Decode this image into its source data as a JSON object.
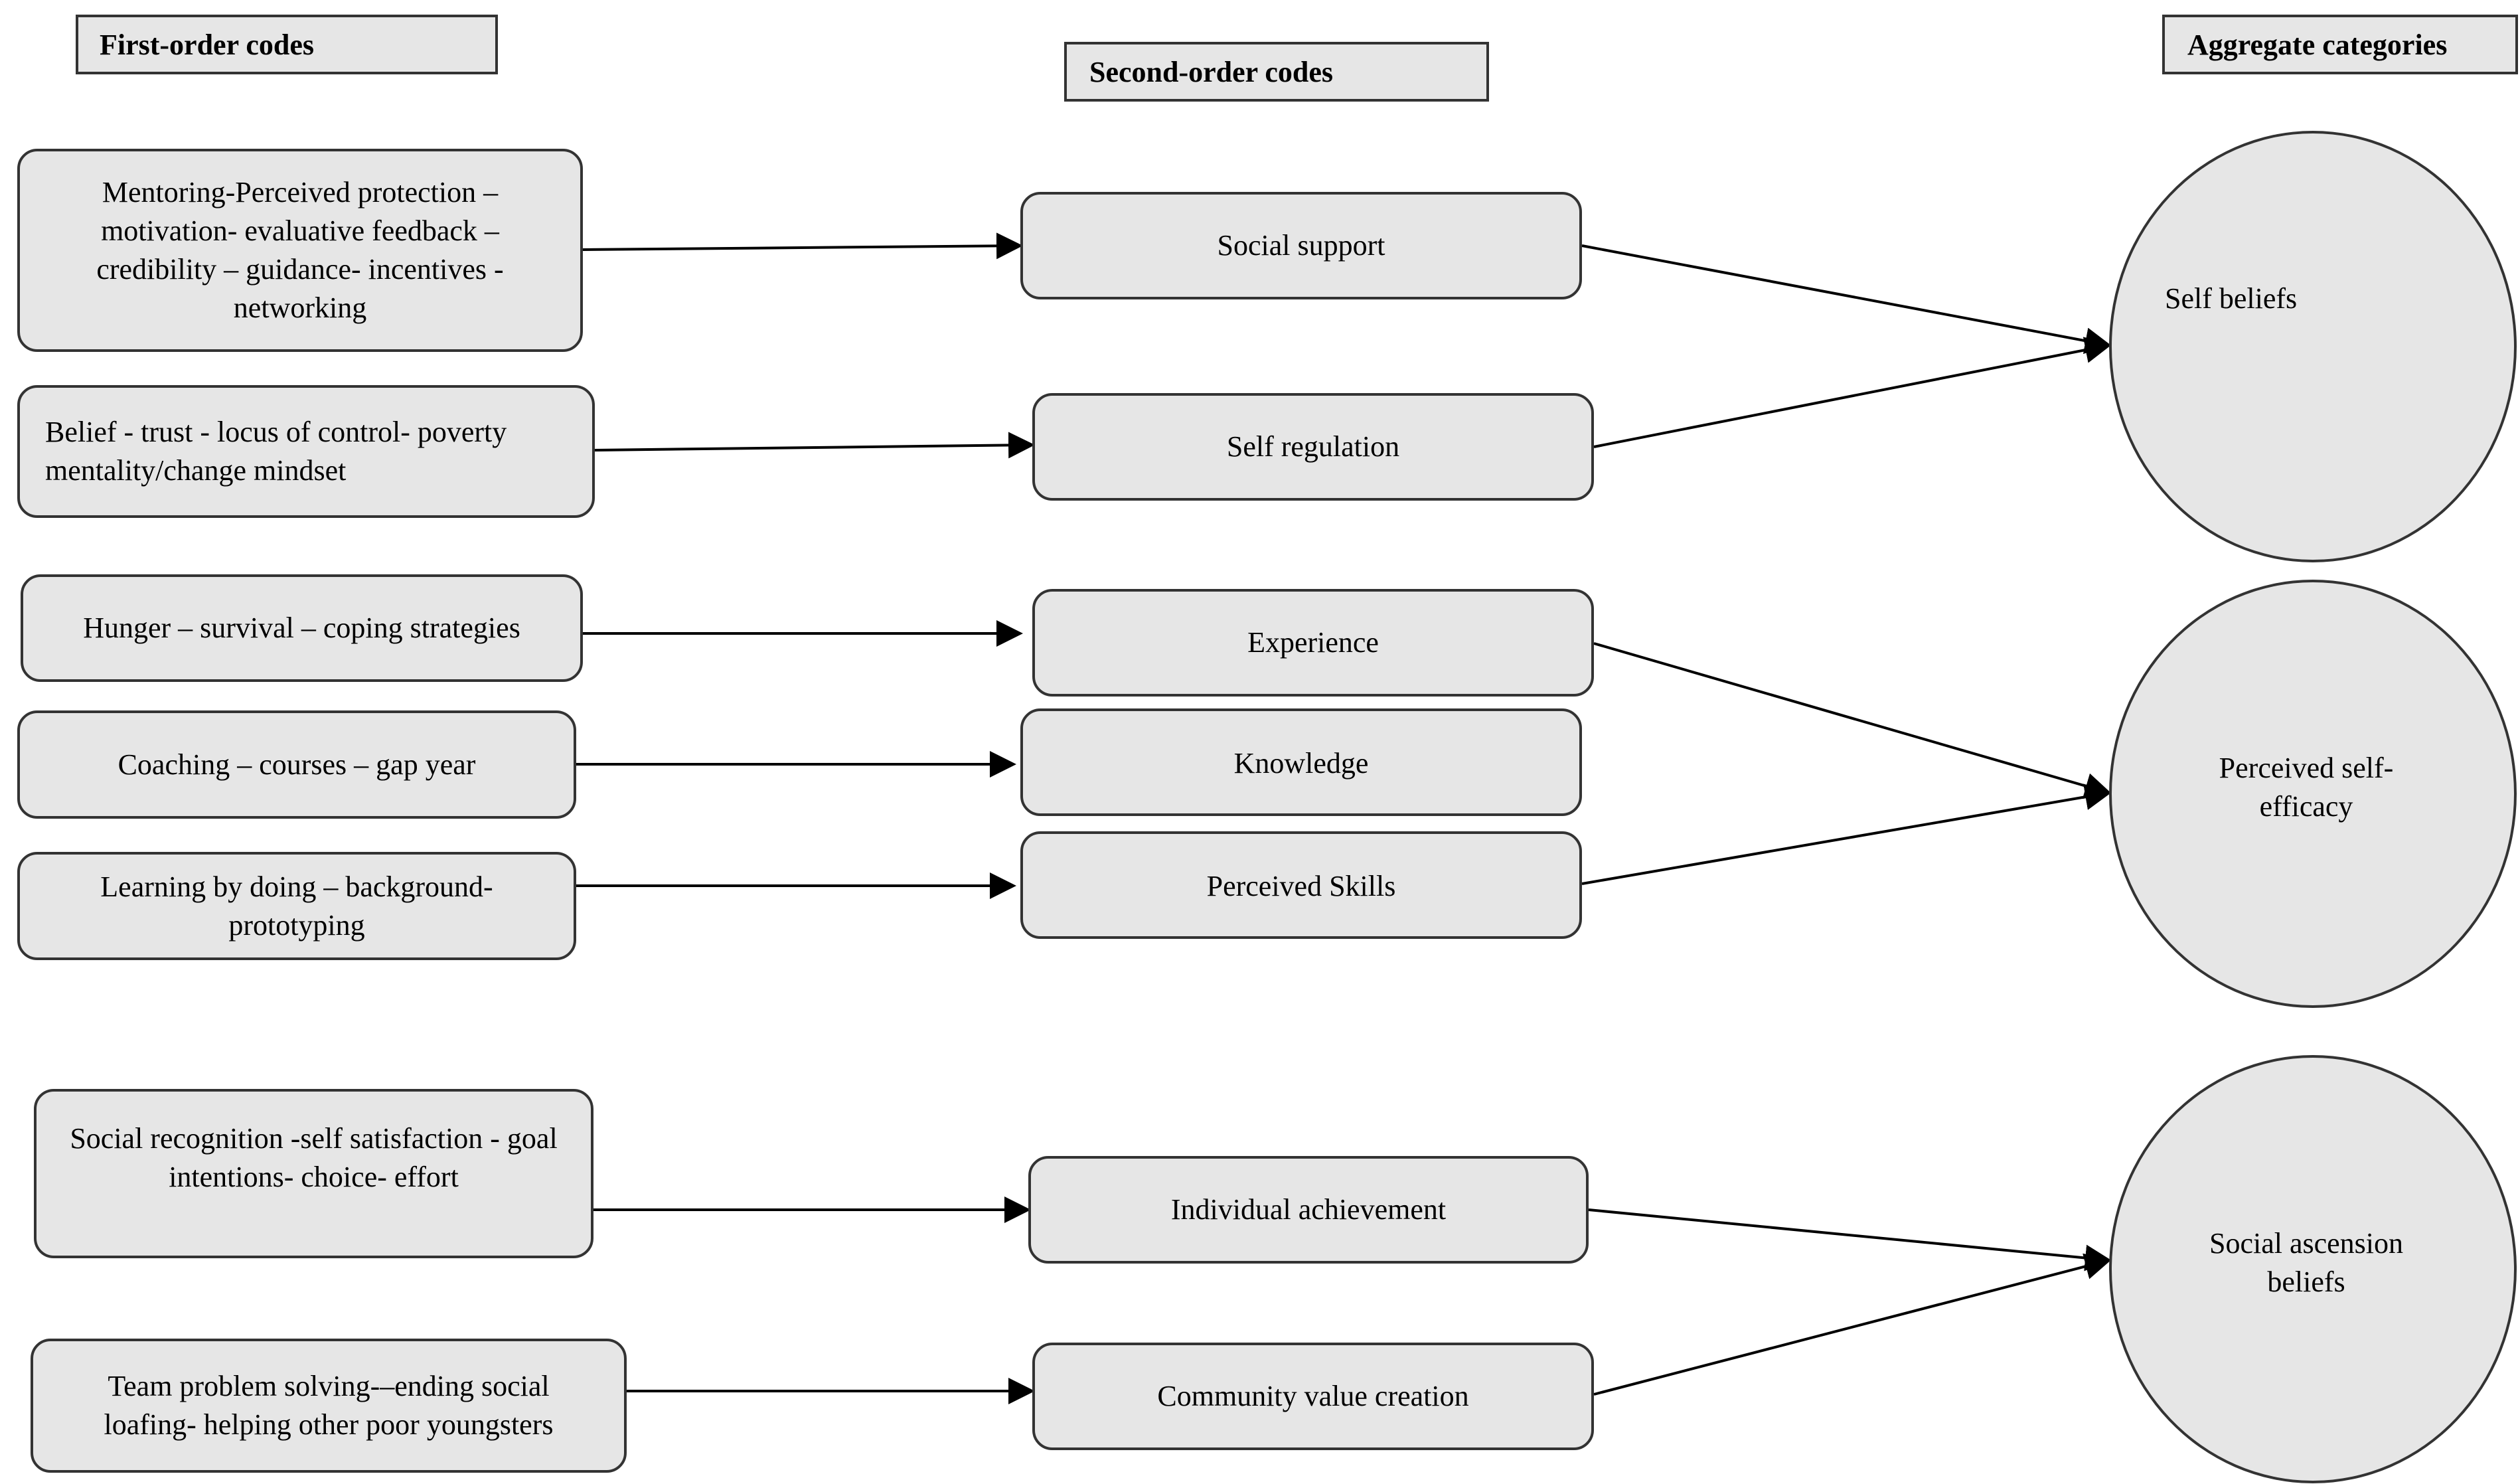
{
  "headers": {
    "first_order": "First-order codes",
    "second_order": "Second-order codes",
    "aggregate": "Aggregate categories"
  },
  "first_order_codes": [
    "Mentoring-Perceived protection – motivation- evaluative feedback – credibility – guidance- incentives - networking",
    "Belief - trust - locus of control- poverty mentality/change mindset",
    "Hunger – survival – coping strategies",
    "Coaching – courses – gap year",
    "Learning by doing – background-prototyping",
    "Social recognition -self satisfaction - goal intentions- choice- effort",
    "Team problem solving-–ending social loafing- helping other poor youngsters"
  ],
  "second_order_codes": [
    "Social support",
    "Self regulation",
    "Experience",
    "Knowledge",
    "Perceived Skills",
    "Individual achievement",
    "Community value creation"
  ],
  "aggregate_categories": [
    "Self beliefs",
    "Perceived self-efficacy",
    "Social ascension beliefs"
  ],
  "colors": {
    "box_fill": "#e6e6e6",
    "border": "#333333",
    "arrow": "#000000"
  }
}
